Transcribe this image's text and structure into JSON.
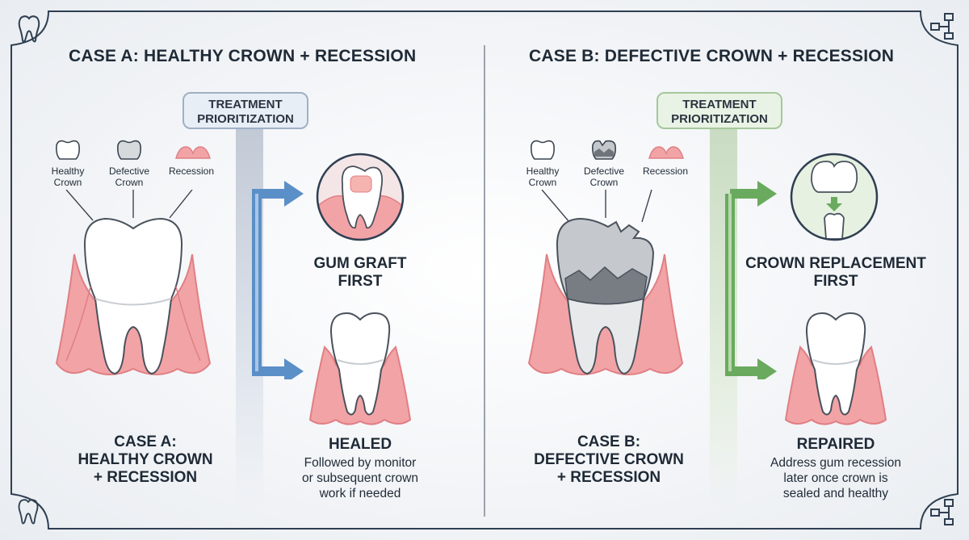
{
  "case_a": {
    "title": "CASE A: HEALTHY CROWN + RECESSION",
    "legend": {
      "healthy": [
        "Healthy",
        "Crown"
      ],
      "defective": [
        "Defective",
        "Crown"
      ],
      "recession": "Recession"
    },
    "prioritization": [
      "TREATMENT",
      "PRIORITIZATION"
    ],
    "step1": [
      "GUM GRAFT",
      "FIRST"
    ],
    "outcome_title": "HEALED",
    "outcome_text": [
      "Followed by monitor",
      "or subsequent crown",
      "work if needed"
    ],
    "bottom_title": [
      "CASE A:",
      "HEALTHY CROWN",
      "+ RECESSION"
    ],
    "arrow_color": "#5b8fc7"
  },
  "case_b": {
    "title": "CASE B: DEFECTIVE CROWN + RECESSION",
    "legend": {
      "healthy": [
        "Healthy",
        "Crown"
      ],
      "defective": [
        "Defective",
        "Crown"
      ],
      "recession": "Recession"
    },
    "prioritization": [
      "TREATMENT",
      "PRIORITIZATION"
    ],
    "step1": [
      "CROWN REPLACEMENT",
      "FIRST"
    ],
    "outcome_title": "REPAIRED",
    "outcome_text": [
      "Address gum recession",
      "later once crown is",
      "sealed and healthy"
    ],
    "bottom_title": [
      "CASE B:",
      "DEFECTIVE CROWN",
      "+ RECESSION"
    ],
    "arrow_color": "#6aaa5e"
  },
  "colors": {
    "gum": "#f2a3a6",
    "gum_light": "#fbdcdc",
    "tooth": "#ffffff",
    "crown_defect": "#9aa0a6",
    "frame": "#2f3f52"
  },
  "icons": [
    "tooth-icon",
    "flowchart-icon"
  ]
}
